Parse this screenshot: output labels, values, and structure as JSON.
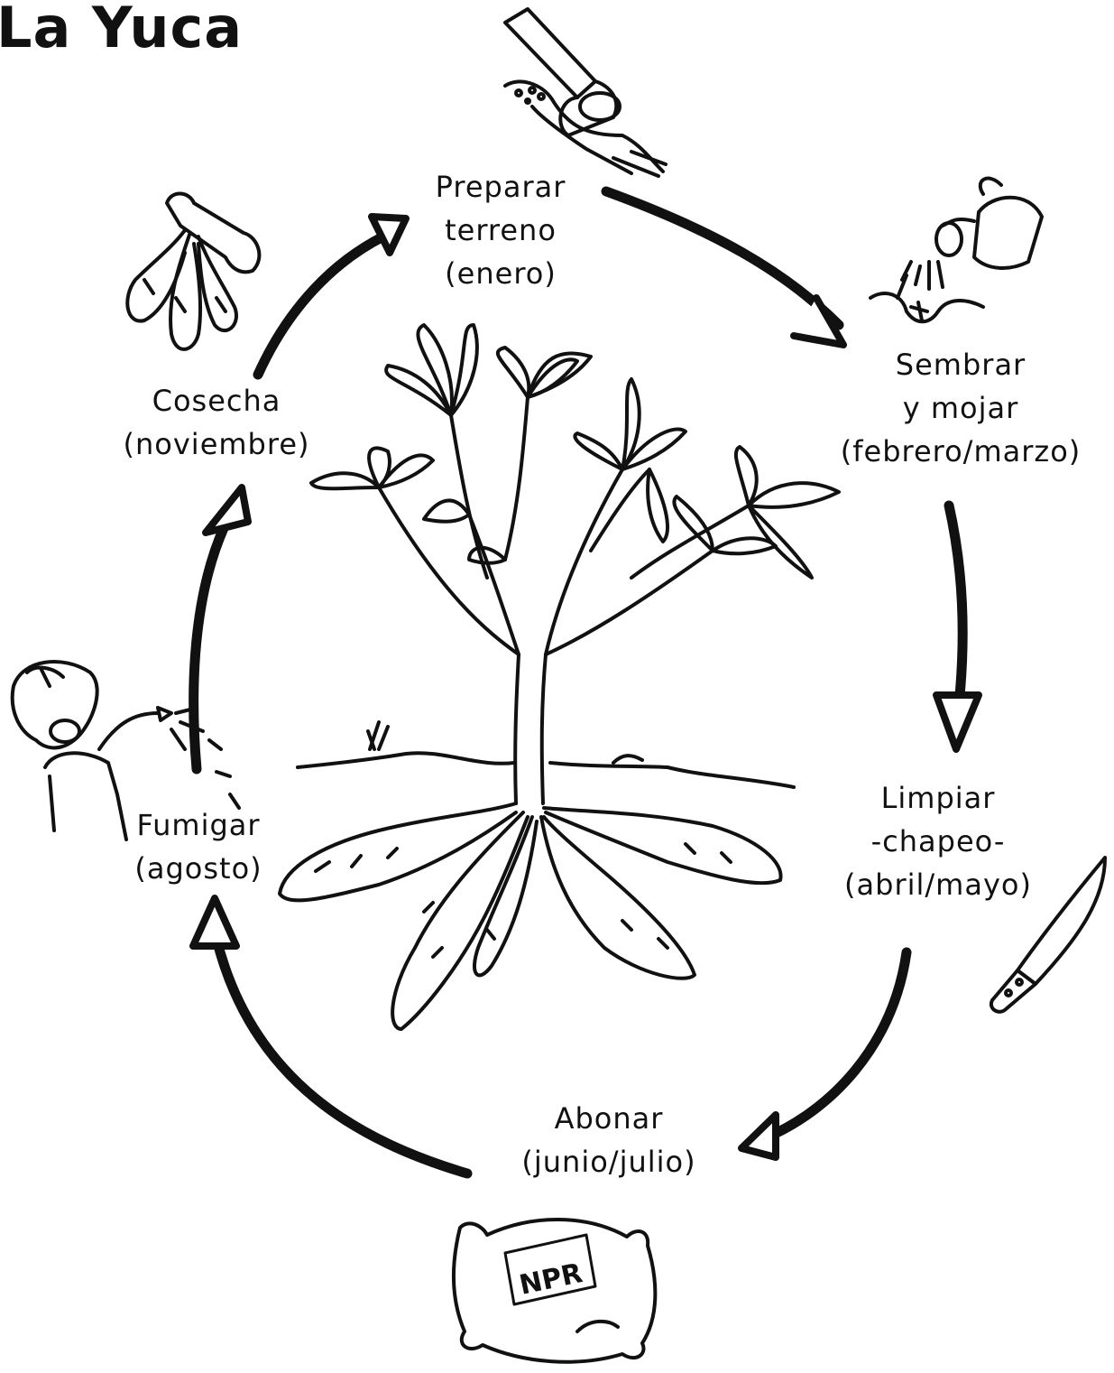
{
  "title": "La Yuca",
  "colors": {
    "ink": "#111111",
    "paper": "#ffffff"
  },
  "stages": [
    {
      "id": "preparar",
      "lines": [
        "Preparar",
        "terreno",
        "(enero)"
      ],
      "icon": "hoe-icon"
    },
    {
      "id": "sembrar",
      "lines": [
        "Sembrar",
        "y mojar",
        "(febrero/marzo)"
      ],
      "icon": "watering-can-icon"
    },
    {
      "id": "limpiar",
      "lines": [
        "Limpiar",
        "-chapeo-",
        "(abril/mayo)"
      ],
      "icon": "machete-icon"
    },
    {
      "id": "abonar",
      "lines": [
        "Abonar",
        "(junio/julio)"
      ],
      "icon": "fertilizer-bag-icon"
    },
    {
      "id": "fumigar",
      "lines": [
        "Fumigar",
        "(agosto)"
      ],
      "icon": "sprayer-icon"
    },
    {
      "id": "cosecha",
      "lines": [
        "Cosecha",
        "(noviembre)"
      ],
      "icon": "harvested-roots-icon"
    }
  ],
  "fertilizer_bag_label": "NPR"
}
